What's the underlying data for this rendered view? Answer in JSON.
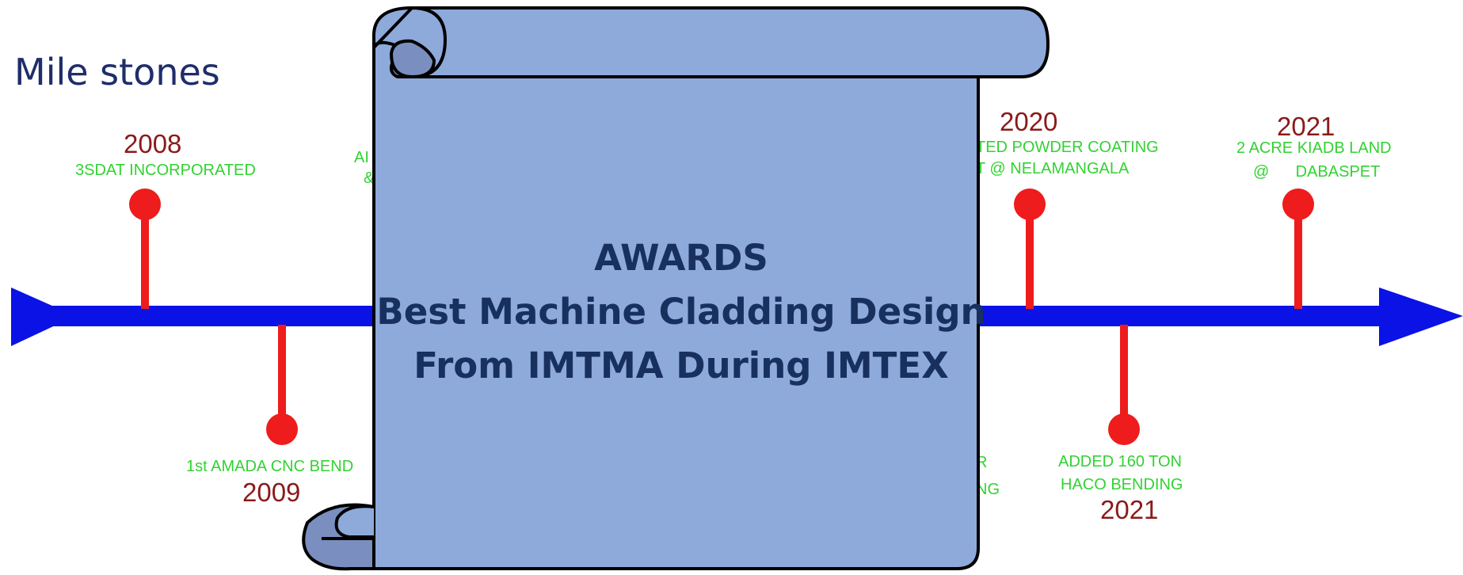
{
  "slide": {
    "title": "Mile stones",
    "colors": {
      "axis": "#0a12e6",
      "marker": "#ee1c1c",
      "year": "#8b1a1a",
      "event": "#32d232",
      "scroll_fill": "#8eaadb",
      "scroll_curl": "#7a8fc0",
      "heading": "#17305e"
    }
  },
  "milestones": [
    {
      "id": "m2008",
      "year": "2008",
      "event": "3SDAT INCORPORATED"
    },
    {
      "id": "m2009",
      "year": "2009",
      "event": "1st AMADA CNC BEND"
    },
    {
      "id": "mfrag1",
      "event": "AI"
    },
    {
      "id": "mfrag2",
      "event": "&"
    },
    {
      "id": "m2020",
      "year": "2020",
      "event_line1": "TED POWDER COATING",
      "event_line2": "T @ NELAMANGALA"
    },
    {
      "id": "mfrag3",
      "event_line1": "R",
      "event_line2": "NG"
    },
    {
      "id": "m2021a",
      "year": "2021",
      "event_line1": "2 ACRE KIADB LAND",
      "event_line2": "@      DABASPET"
    },
    {
      "id": "m2021b",
      "year": "2021",
      "event_line1": "ADDED 160 TON",
      "event_line2": "HACO BENDING"
    }
  ],
  "scroll": {
    "line1": "AWARDS",
    "line2": "Best Machine Cladding Design",
    "line3": "From IMTMA During IMTEX"
  }
}
